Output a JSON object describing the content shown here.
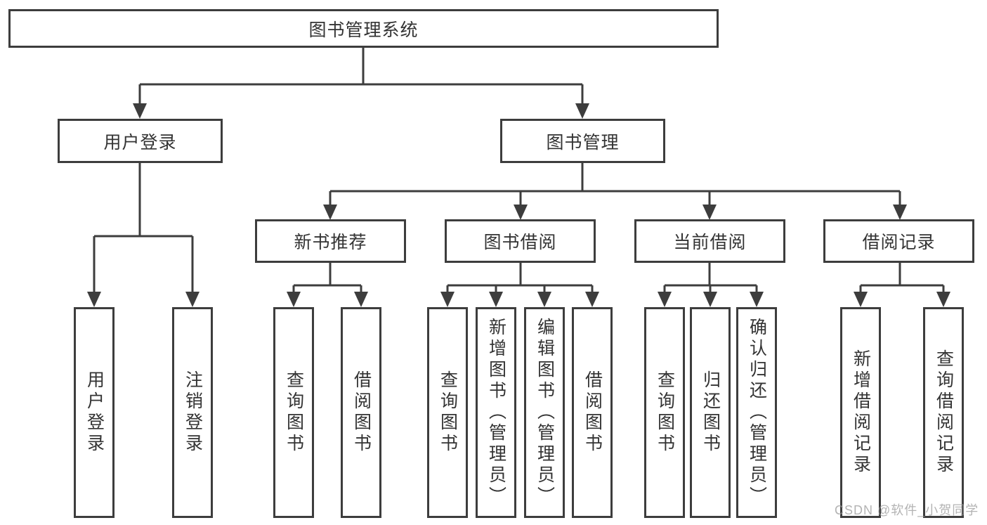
{
  "title": {
    "label": "图书管理系统"
  },
  "level1": [
    {
      "label": "用户登录"
    },
    {
      "label": "图书管理"
    }
  ],
  "level2": [
    {
      "label": "新书推荐"
    },
    {
      "label": "图书借阅"
    },
    {
      "label": "当前借阅"
    },
    {
      "label": "借阅记录"
    }
  ],
  "leaves": {
    "user_login": [
      {
        "label": "用户登录"
      },
      {
        "label": "注销登录"
      }
    ],
    "new_book": [
      {
        "label": "查询图书"
      },
      {
        "label": "借阅图书"
      }
    ],
    "borrow": [
      {
        "label": "查询图书"
      },
      {
        "label": "新增图书（管理员）"
      },
      {
        "label": "编辑图书（管理员）"
      },
      {
        "label": "借阅图书"
      }
    ],
    "current": [
      {
        "label": "查询图书"
      },
      {
        "label": "归还图书"
      },
      {
        "label": "确认归还（管理员）"
      }
    ],
    "records": [
      {
        "label": "新增借阅记录"
      },
      {
        "label": "查询借阅记录"
      }
    ]
  },
  "watermark": "CSDN @软件_小贺同学",
  "colors": {
    "line": "#3d3d3d",
    "text": "#333333",
    "background": "#ffffff",
    "watermark": "#9a9a9a"
  }
}
